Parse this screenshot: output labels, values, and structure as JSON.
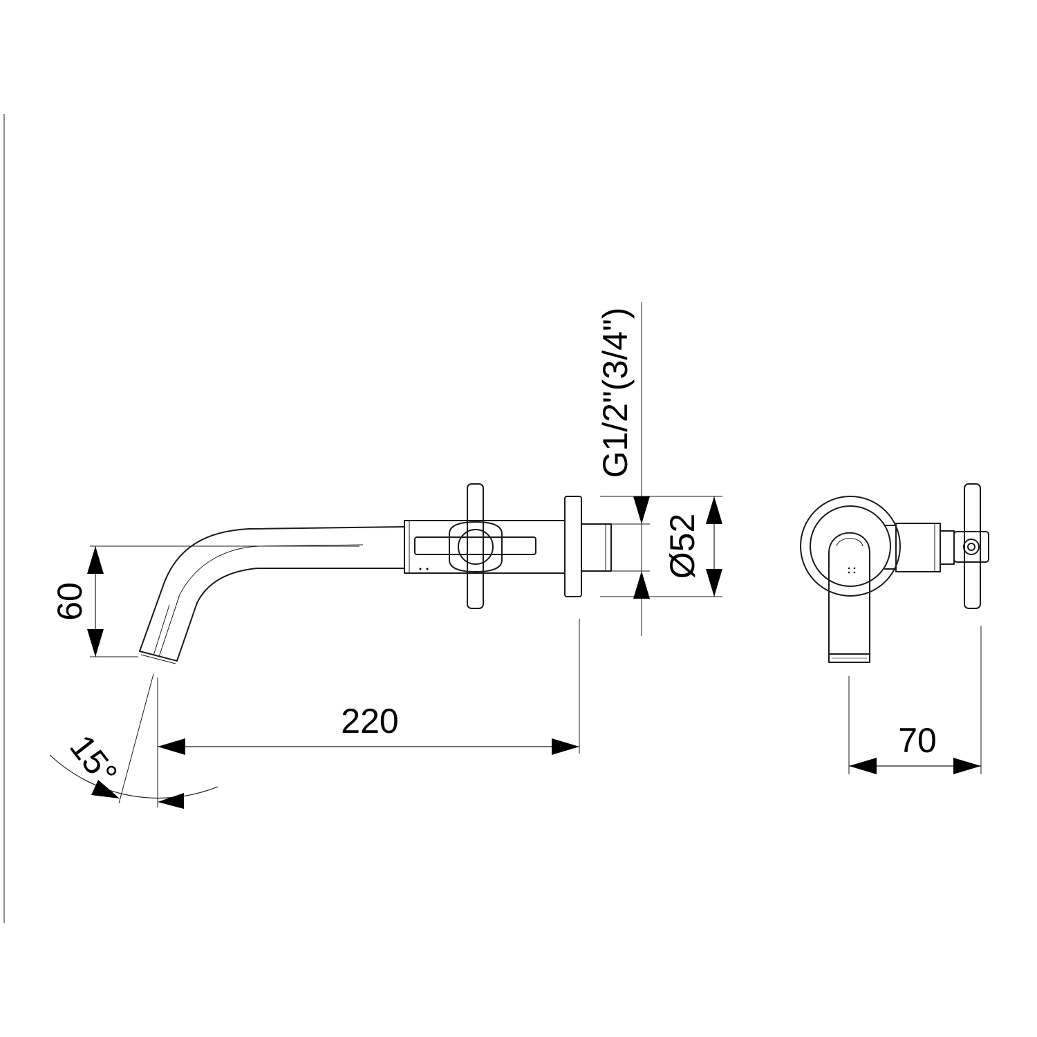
{
  "dimensions": {
    "height": "60",
    "projection": "220",
    "angle": "15°",
    "diameter": "Ø52",
    "thread": "G1/2\"(3/4\")",
    "depth": "70"
  }
}
